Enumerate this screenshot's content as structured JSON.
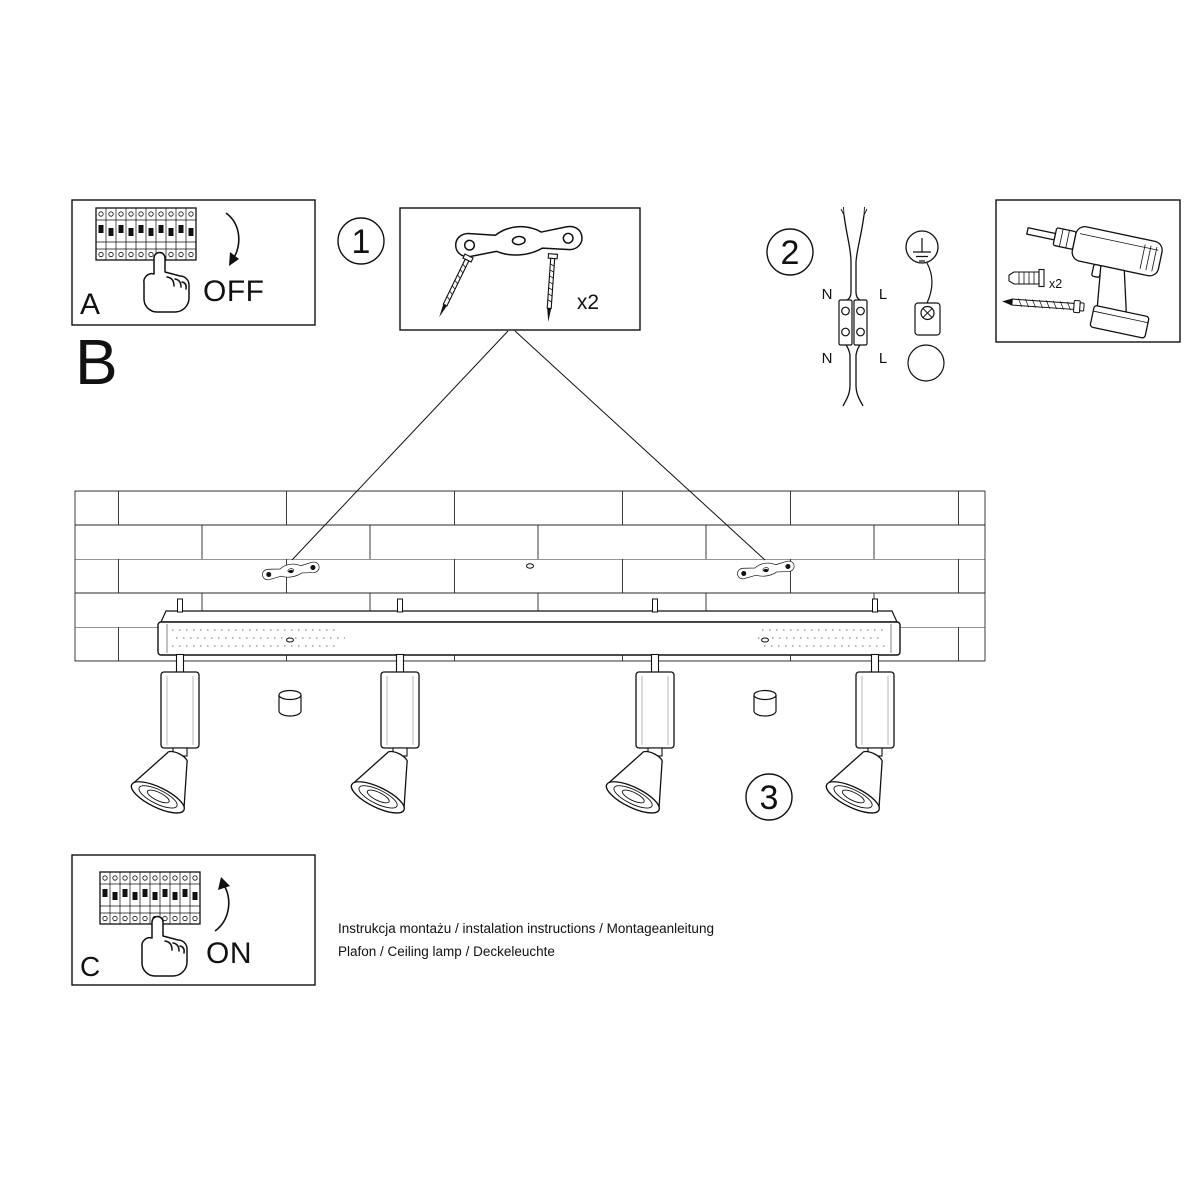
{
  "sheet": {
    "colors": {
      "line": "#111111",
      "background": "#ffffff"
    },
    "panel_a": {
      "label": "A",
      "state": "OFF"
    },
    "section_b": {
      "label": "B"
    },
    "panel_c": {
      "label": "C",
      "state": "ON"
    },
    "step1": {
      "number": "1",
      "quantity": "x2"
    },
    "step2": {
      "number": "2",
      "wire_top_left": "N",
      "wire_top_right": "L",
      "wire_bottom_left": "N",
      "wire_bottom_right": "L"
    },
    "step3": {
      "number": "3"
    },
    "tools": {
      "anchor_quantity": "x2"
    },
    "footer": {
      "line1": "Instrukcja montażu / instalation instructions / Montageanleitung",
      "line2": "Plafon / Ceiling lamp / Deckeleuchte"
    }
  }
}
